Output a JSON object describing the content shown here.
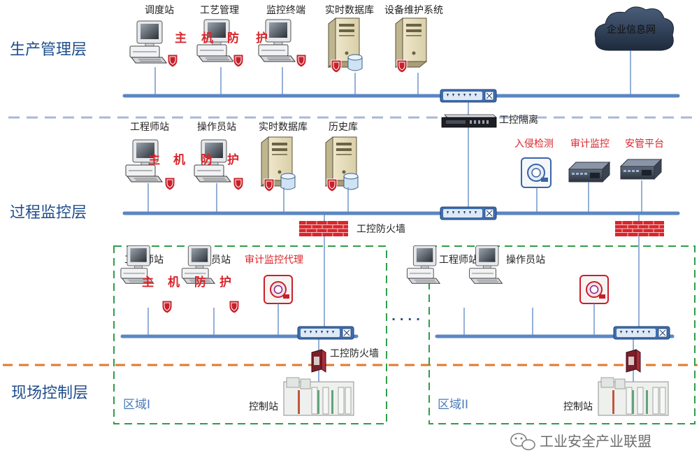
{
  "layers": {
    "production": "生产管理层",
    "process": "过程监控层",
    "field": "现场控制层"
  },
  "production": {
    "nodes": [
      "调度站",
      "工艺管理",
      "监控终端",
      "实时数据库",
      "设备维护系统"
    ],
    "host_protection": [
      "主",
      "机",
      "防",
      "护"
    ],
    "enterprise_network": "企业信息网"
  },
  "boundary_isolation": "工控隔离",
  "process": {
    "nodes": [
      "工程师站",
      "操作员站",
      "实时数据库",
      "历史库"
    ],
    "host_protection": [
      "主",
      "机",
      "防",
      "护"
    ],
    "security_nodes": [
      "入侵检测",
      "审计监控",
      "安管平台"
    ],
    "firewall": "工控防火墙"
  },
  "zone1": {
    "name": "区域I",
    "nodes": [
      "工程师站",
      "操作员站",
      "审计监控代理"
    ],
    "host_protection": [
      "主",
      "机",
      "防",
      "护"
    ],
    "firewall": "工控防火墙",
    "controller": "控制站"
  },
  "zone_gap": "· · · ·",
  "zone2": {
    "name": "区域II",
    "nodes": [
      "工程师站",
      "操作员站"
    ],
    "controller": "控制站"
  },
  "watermark": "工业安全产业联盟",
  "colors": {
    "bus": "#5b86c2",
    "protect_text": "#d8262b",
    "layer_text": "#1f4e8c",
    "zone_border": "#2f9e4a",
    "field_divider": "#e07a2b",
    "process_divider": "#a9b8d6",
    "firewall": "#d8262b"
  },
  "icons": [
    "workstation-icon",
    "shield-icon",
    "server-icon",
    "database-icon",
    "cloud-icon",
    "switch-icon",
    "gateway-icon",
    "firewall-icon",
    "ids-icon",
    "appliance-icon",
    "plc-icon",
    "wechat-icon"
  ]
}
